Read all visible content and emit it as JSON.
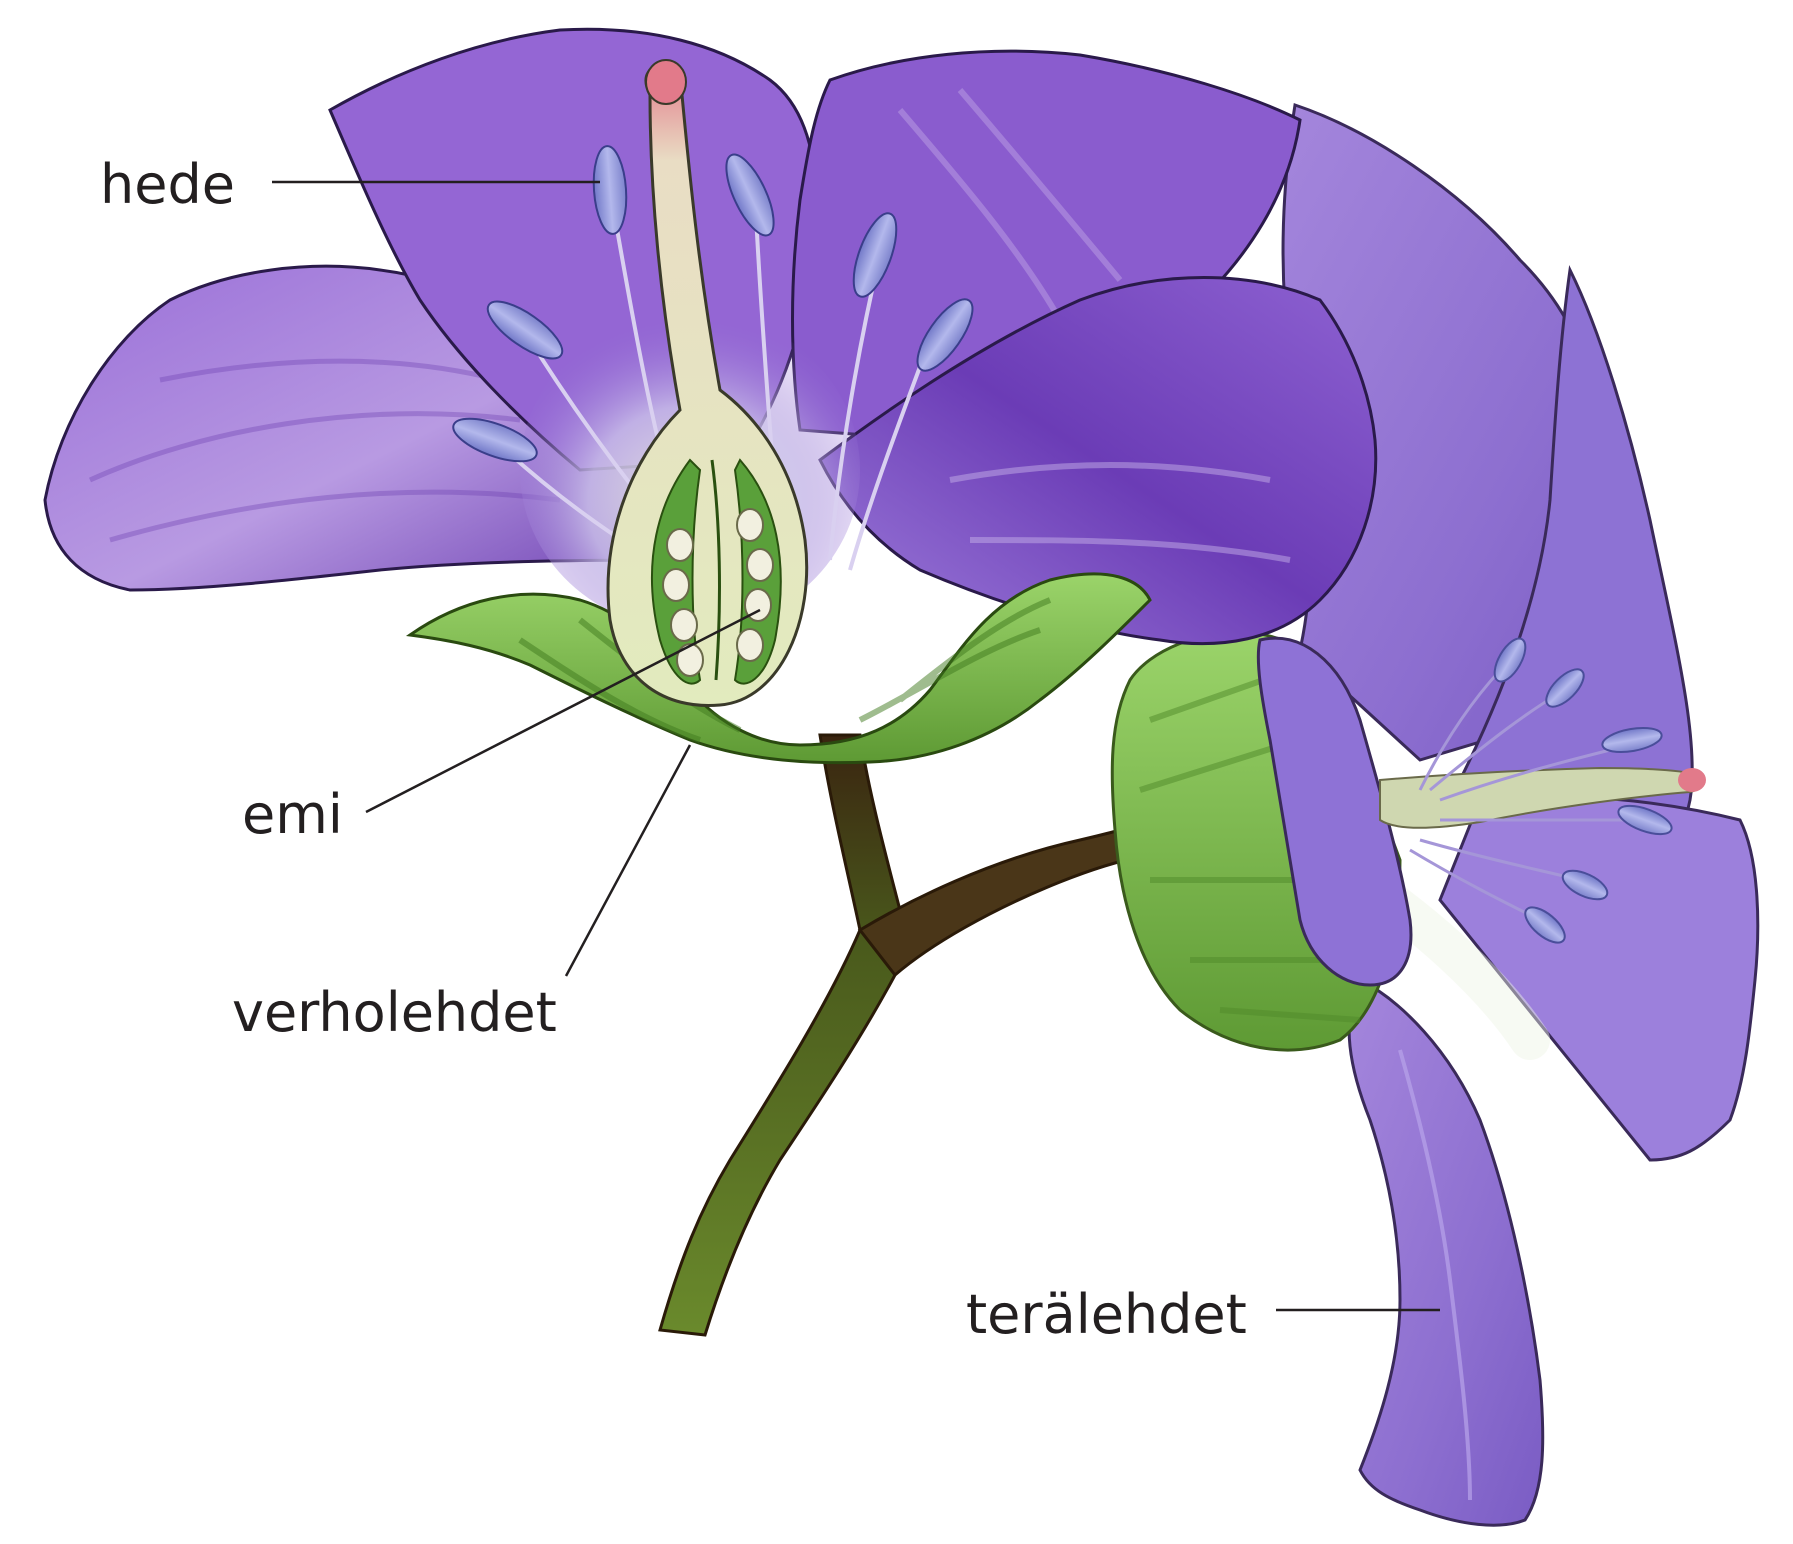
{
  "diagram": {
    "labels": {
      "stamen": "hede",
      "pistil": "emi",
      "sepals": "verholehdet",
      "petals": "terälehdet"
    }
  },
  "colors": {
    "petal": "#8a5fd0",
    "petal_dark": "#5a2f9e",
    "petal_light": "#c4aee8",
    "sepal": "#7cbf4a",
    "sepal_dark": "#4f8a2a",
    "stem": "#4a6a1c",
    "stem_dark": "#3a2410",
    "pistil": "#dfe6b8",
    "stigma": "#e27a8a",
    "anther": "#8d92d8",
    "label_line": "#231f20"
  }
}
